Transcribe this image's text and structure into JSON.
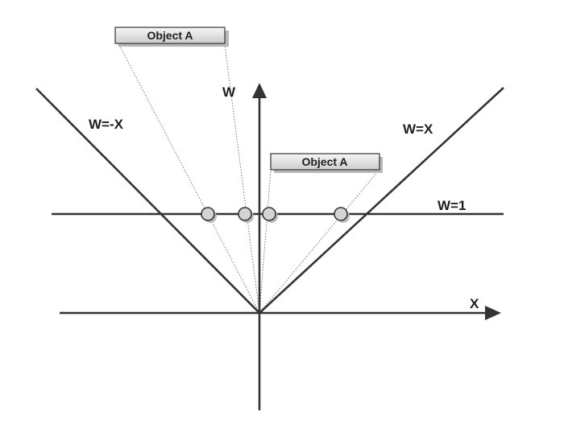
{
  "labels": {
    "w_axis": "W",
    "x_axis": "X",
    "line_w_neg_x": "W=-X",
    "line_w_x": "W=X",
    "line_w_1": "W=1"
  },
  "objects": [
    {
      "label": "Object A"
    },
    {
      "label": "Object A"
    }
  ],
  "colors": {
    "line": "#333333",
    "point_fill": "#d4d4d4",
    "box_fill_top": "#f4f4f4",
    "box_fill_bottom": "#cfcfcf",
    "shadow": "#b8b8b8",
    "projection_dots": "#555555"
  }
}
